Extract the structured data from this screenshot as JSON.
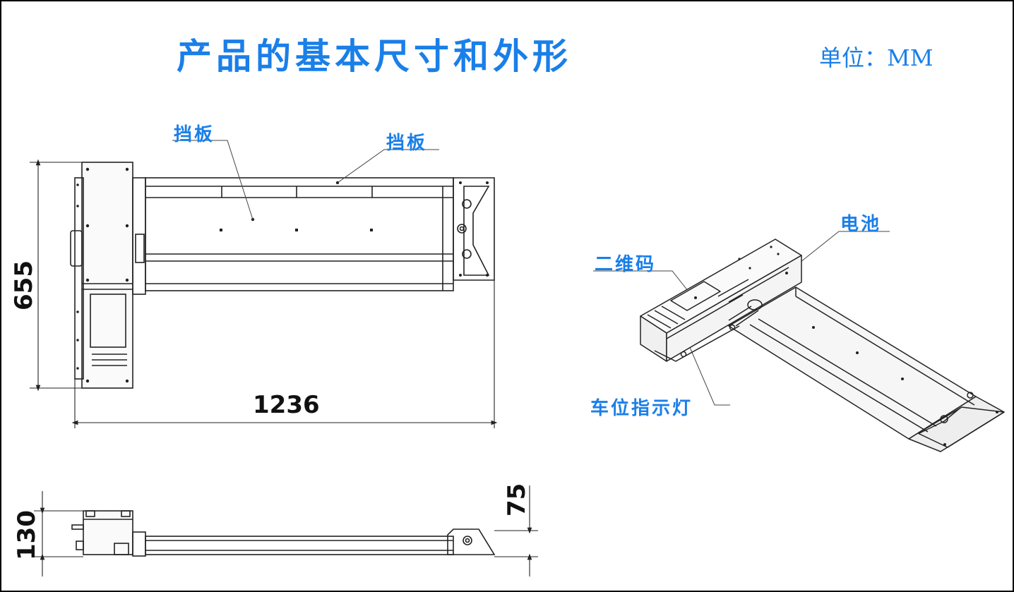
{
  "title": "产品的基本尺寸和外形",
  "unit_label": "单位：MM",
  "labels": {
    "baffle_1": "挡板",
    "baffle_2": "挡板",
    "battery": "电池",
    "qr_code": "二维码",
    "parking_indicator": "车位指示灯"
  },
  "dimensions": {
    "height": "655",
    "width": "1236",
    "side_total": "130",
    "side_low": "75"
  },
  "colors": {
    "accent": "#1a7fe8",
    "line": "#222222",
    "dim_text": "#111111"
  }
}
